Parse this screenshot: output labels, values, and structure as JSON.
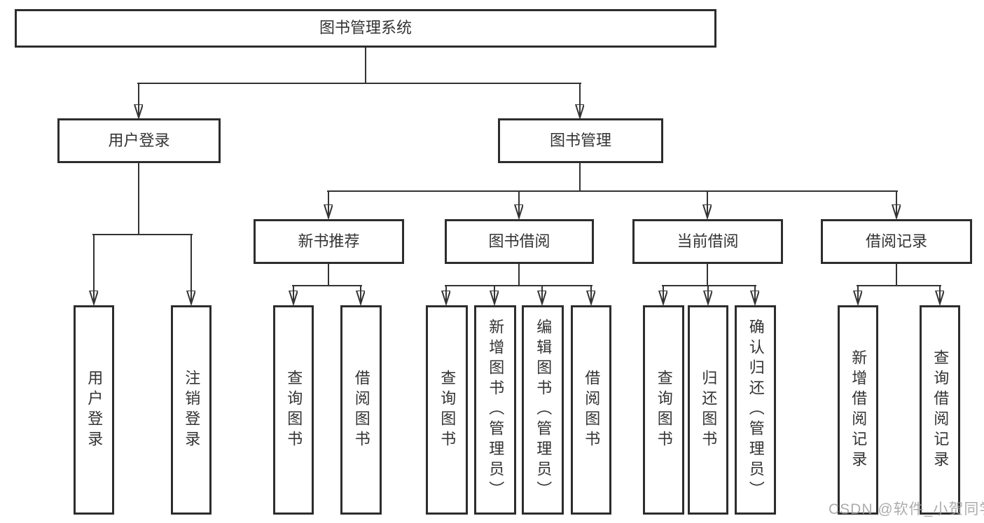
{
  "diagram": {
    "type": "hierarchy-tree",
    "root": {
      "label": "图书管理系统"
    },
    "branches": [
      {
        "label": "用户登录",
        "children": [
          {
            "label": "用户登录"
          },
          {
            "label": "注销登录"
          }
        ]
      },
      {
        "label": "图书管理",
        "children": [
          {
            "label": "新书推荐",
            "children": [
              {
                "label": "查询图书"
              },
              {
                "label": "借阅图书"
              }
            ]
          },
          {
            "label": "图书借阅",
            "children": [
              {
                "label": "查询图书"
              },
              {
                "label": "新增图书（管理员）"
              },
              {
                "label": "编辑图书（管理员）"
              },
              {
                "label": "借阅图书"
              }
            ]
          },
          {
            "label": "当前借阅",
            "children": [
              {
                "label": "查询图书"
              },
              {
                "label": "归还图书"
              },
              {
                "label": "确认归还（管理员）"
              }
            ]
          },
          {
            "label": "借阅记录",
            "children": [
              {
                "label": "新增借阅记录"
              },
              {
                "label": "查询借阅记录"
              }
            ]
          }
        ]
      }
    ]
  },
  "watermark": {
    "text": "CSDN @软件_小贺同学"
  },
  "colors": {
    "background": "#ffffff",
    "box_border": "#2d2d2d",
    "line": "#333333",
    "text": "#333333",
    "watermark": "#9e9e9e"
  }
}
